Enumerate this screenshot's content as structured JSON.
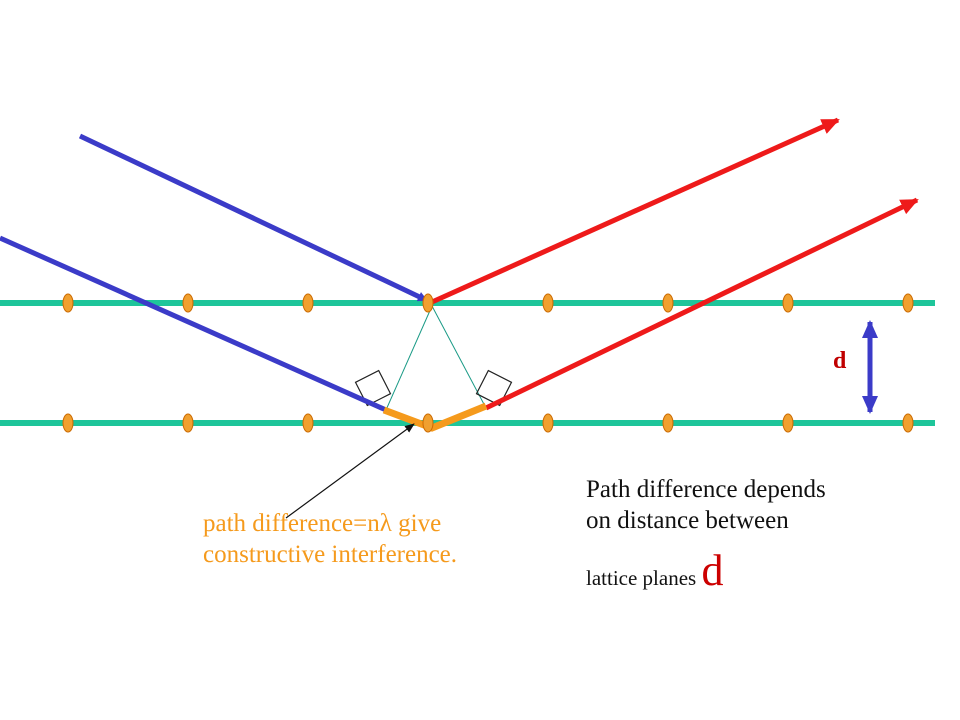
{
  "colors": {
    "lattice_plane": "#1ec59a",
    "atom_fill": "#f0a030",
    "atom_stroke": "#cc6a00",
    "incident_ray": "#3b3bc8",
    "reflected_ray": "#ee1a1a",
    "path_difference": "#f59a1c",
    "construction_line": "#1a9a86",
    "spacing_arrow": "#3b3bc8",
    "d_label": "#c00000"
  },
  "spacing_label": "d",
  "path_difference_note": {
    "line1": "path difference=nλ give",
    "line2": "constructive interference."
  },
  "explanation": {
    "line1": "Path difference depends",
    "line2": "on distance between",
    "line3": "lattice planes",
    "highlight": "d"
  }
}
